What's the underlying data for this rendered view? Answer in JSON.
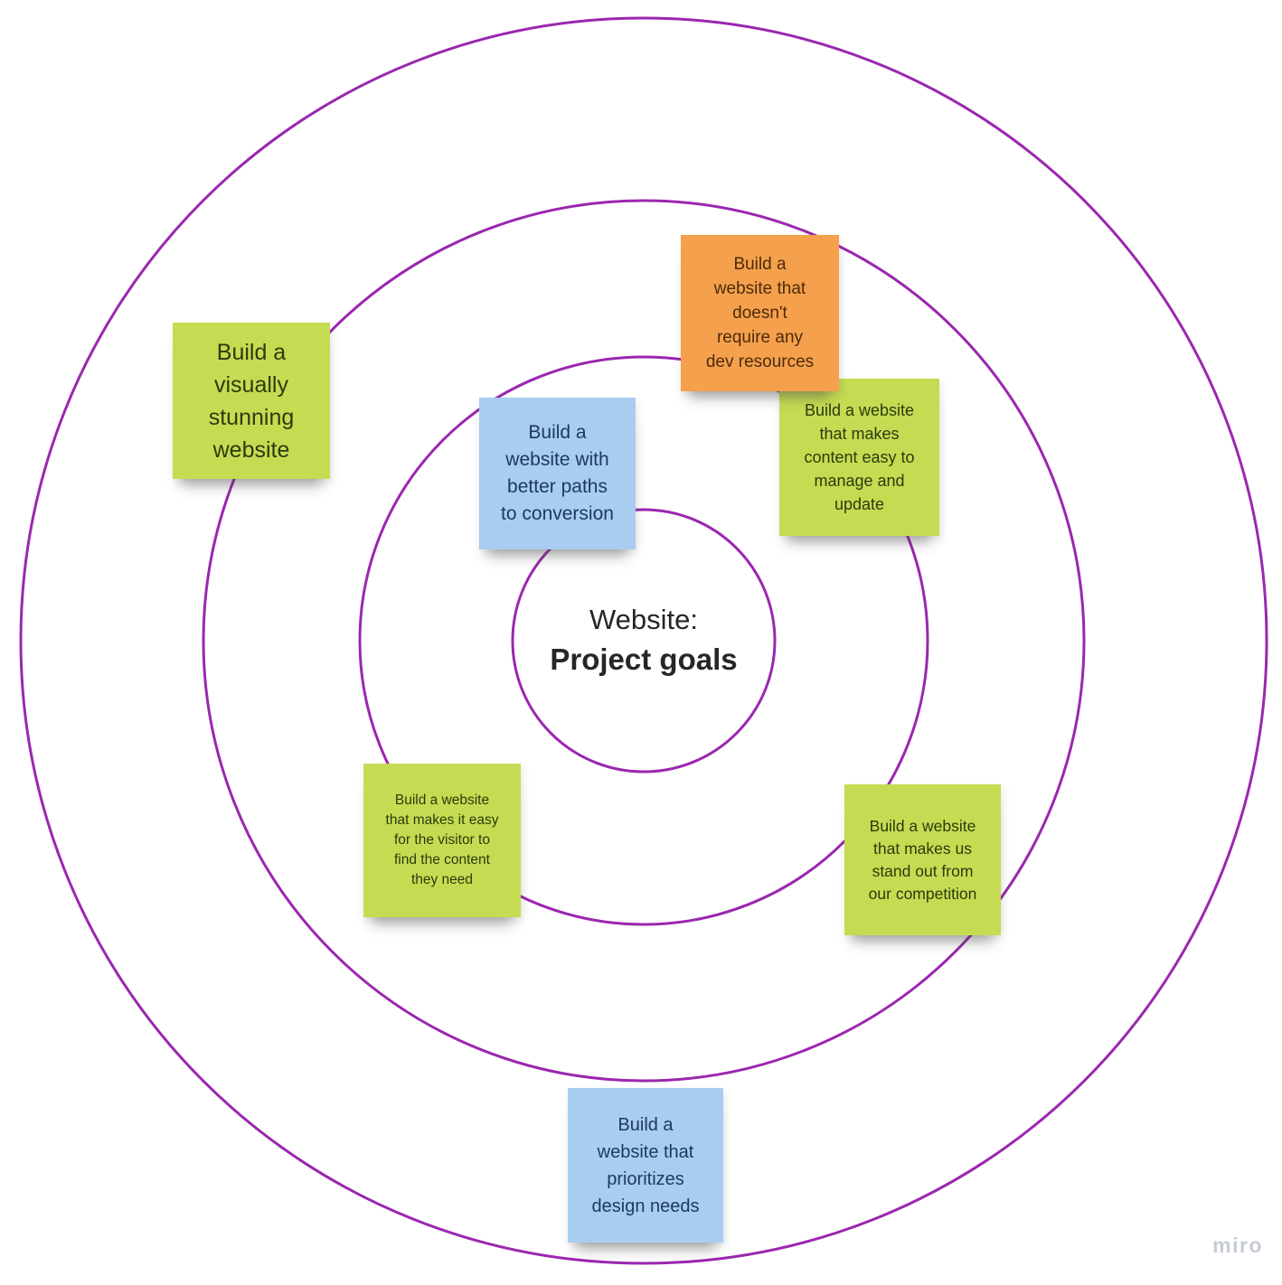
{
  "board": {
    "watermark": "miro",
    "ring_color": "#9B27AF",
    "ring_count": 4
  },
  "center": {
    "line1": "Website:",
    "line2": "Project goals"
  },
  "notes": [
    {
      "id": "dev-resources",
      "color_name": "orange",
      "bg": "#F4A04D",
      "text_color": "#4E2A0A",
      "text": "Build a\nwebsite that\ndoesn't\nrequire any\ndev resources"
    },
    {
      "id": "visually-stunning",
      "color_name": "green",
      "bg": "#C5DC52",
      "text_color": "#2D3A0E",
      "text": "Build a\nvisually\nstunning\nwebsite"
    },
    {
      "id": "paths-conversion",
      "color_name": "blue",
      "bg": "#A8CDF0",
      "text_color": "#1B3A5A",
      "text": "Build a\nwebsite with\nbetter paths\nto conversion"
    },
    {
      "id": "content-manage",
      "color_name": "green",
      "bg": "#C5DC52",
      "text_color": "#2D3A0E",
      "text": "Build a website\nthat makes\ncontent easy to\nmanage and\nupdate"
    },
    {
      "id": "find-content",
      "color_name": "green",
      "bg": "#C5DC52",
      "text_color": "#2D3A0E",
      "text": "Build a website\nthat makes it easy\nfor the visitor to\nfind the content\nthey need"
    },
    {
      "id": "stand-out",
      "color_name": "green",
      "bg": "#C5DC52",
      "text_color": "#2D3A0E",
      "text": "Build a website\nthat makes us\nstand out from\nour competition"
    },
    {
      "id": "design-needs",
      "color_name": "blue",
      "bg": "#A8CDF0",
      "text_color": "#1B3A5A",
      "text": "Build a\nwebsite that\nprioritizes\ndesign needs"
    }
  ]
}
